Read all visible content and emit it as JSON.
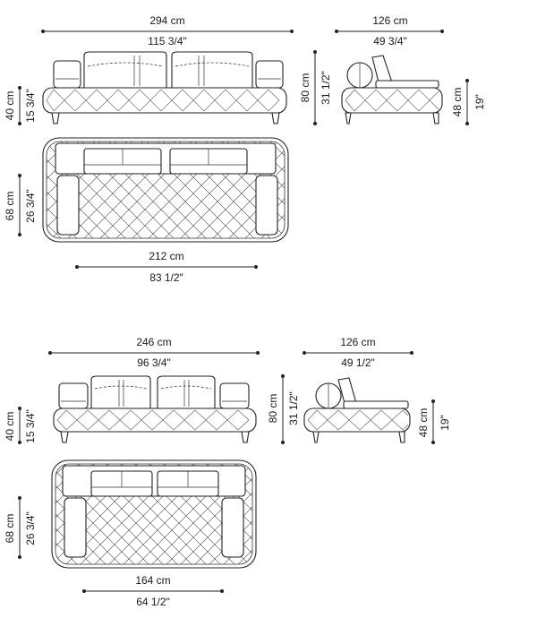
{
  "sofa_large": {
    "front_width_cm": "294 cm",
    "front_width_in": "115 3/4\"",
    "side_depth_cm": "126 cm",
    "side_depth_in": "49 3/4\"",
    "seat_height_cm": "40 cm",
    "seat_height_in": "15 3/4\"",
    "total_height_cm": "80 cm",
    "total_height_in": "31 1/2\"",
    "side_height_cm": "48 cm",
    "side_height_in": "19\"",
    "plan_depth_cm": "68 cm",
    "plan_depth_in": "26 3/4\"",
    "plan_width_cm": "212 cm",
    "plan_width_in": "83 1/2\""
  },
  "sofa_small": {
    "front_width_cm": "246 cm",
    "front_width_in": "96 3/4\"",
    "side_depth_cm": "126 cm",
    "side_depth_in": "49 1/2\"",
    "seat_height_cm": "40 cm",
    "seat_height_in": "15 3/4\"",
    "total_height_cm": "80 cm",
    "total_height_in": "31 1/2\"",
    "side_height_cm": "48 cm",
    "side_height_in": "19\"",
    "plan_depth_cm": "68 cm",
    "plan_depth_in": "26 3/4\"",
    "plan_width_cm": "164 cm",
    "plan_width_in": "64 1/2\""
  }
}
